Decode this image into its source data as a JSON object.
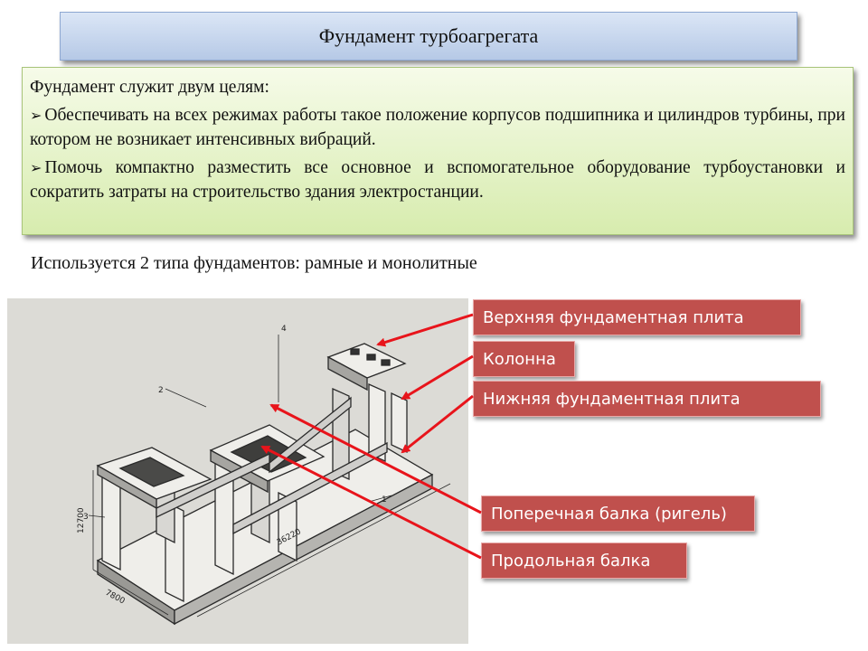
{
  "slide": {
    "title": "Фундамент турбоагрегата",
    "intro": "Фундамент служит двум целям:",
    "bullets": [
      "Обеспечивать на всех режимах работы такое положение корпусов подшипника и цилиндров турбины, при котором не возникает интенсивных вибраций.",
      "Помочь компактно разместить все основное и вспомогательное оборудование турбоустановки и сократить затраты на строительство здания электростанции."
    ],
    "types_line": "Используется 2 типа фундаментов: рамные и монолитные",
    "bullet_glyph": "➢"
  },
  "drawing": {
    "dim_length": "36220",
    "dim_width": "7800",
    "dim_height": "12700",
    "callouts": [
      "1",
      "2",
      "3",
      "4"
    ]
  },
  "labels": [
    "Верхняя фундаментная плита",
    "Колонна",
    "Нижняя фундаментная плита",
    "Поперечная балка (ригель)",
    "Продольная балка"
  ],
  "colors": {
    "label_fill": "#c0504d",
    "arrow": "#e8141b",
    "title_fill": "#c6d6ee",
    "info_fill": "#e6f4c9"
  }
}
